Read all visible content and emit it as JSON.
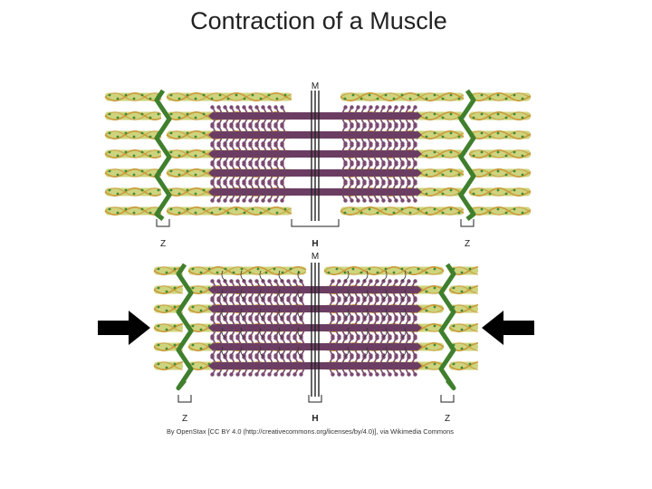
{
  "slide": {
    "title": "Contraction of a Muscle"
  },
  "relaxed": {
    "m_label": "M",
    "h_label": "H",
    "z_left_label": "Z",
    "z_right_label": "Z"
  },
  "contracted": {
    "m_label": "M",
    "h_label": "H",
    "z_left_label": "Z",
    "z_right_label": "Z"
  },
  "credit": {
    "text": "By OpenStax [CC BY 4.0 (http://creativecommons.org/licenses/by/4.0)], via Wikimedia Commons"
  },
  "colors": {
    "actin_fill": "#c9cf6f",
    "actin_dots": "#3f8a3a",
    "actin_tropomyosin": "#c99a3a",
    "z_disc": "#3f7f2d",
    "myosin": "#6b3d62",
    "myosin_heads": "#7a4a70",
    "arrow": "#000000"
  }
}
